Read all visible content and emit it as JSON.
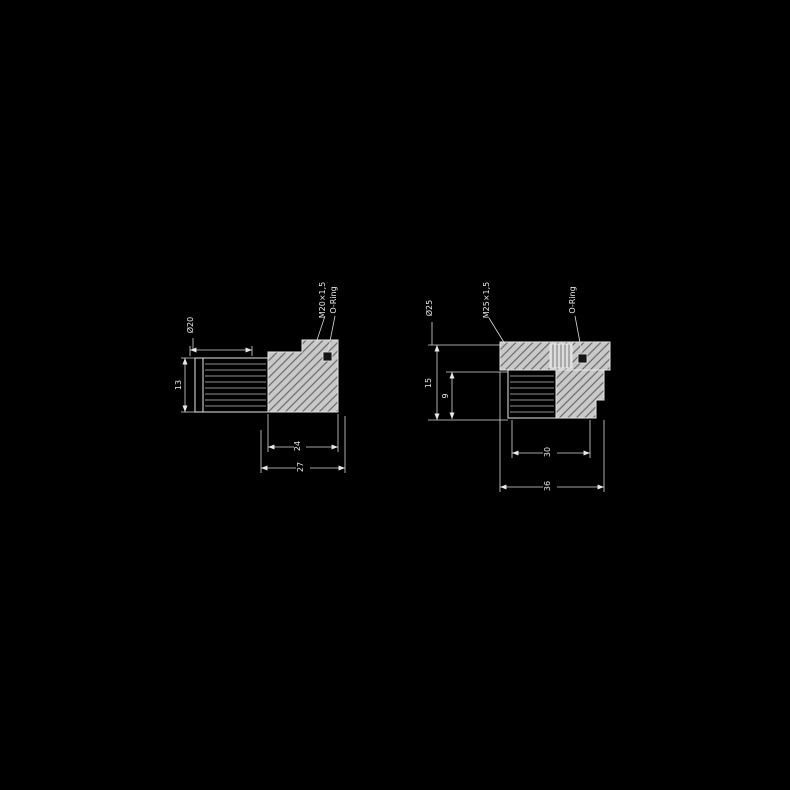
{
  "colors": {
    "background": "#000000",
    "line": "#e8e8e8",
    "hatch_fill": "#c9c9c9",
    "hatch_stroke": "#6a6a6a",
    "seal_fill": "#151515"
  },
  "left_drawing": {
    "labels": {
      "diameter_top": "Ø20",
      "height": "13",
      "callout_thread": "M20×1,5",
      "callout_oring": "O-Ring",
      "width_inner": "24",
      "width_outer": "27"
    }
  },
  "right_drawing": {
    "labels": {
      "diameter_top": "Ø25",
      "height_outer": "15",
      "height_inner": "9",
      "callout_thread": "M25×1,5",
      "callout_oring": "O-Ring",
      "width_inner": "30",
      "width_outer": "36"
    }
  }
}
